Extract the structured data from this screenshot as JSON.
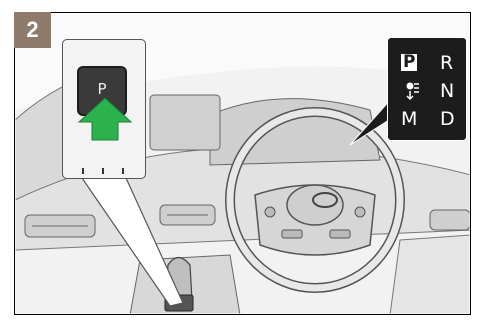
{
  "step": {
    "number": "2"
  },
  "shift_button": {
    "label": "P"
  },
  "gear_indicator": {
    "park": "P",
    "reverse": "R",
    "neutral": "N",
    "manual": "M",
    "drive": "D"
  },
  "colors": {
    "badge": "#8e7b6b",
    "arrow": "#2bb24c",
    "indicator_bg": "#1c1c1c"
  },
  "icons": [
    "green-up-arrow-icon",
    "shift-lock-release-icon"
  ]
}
